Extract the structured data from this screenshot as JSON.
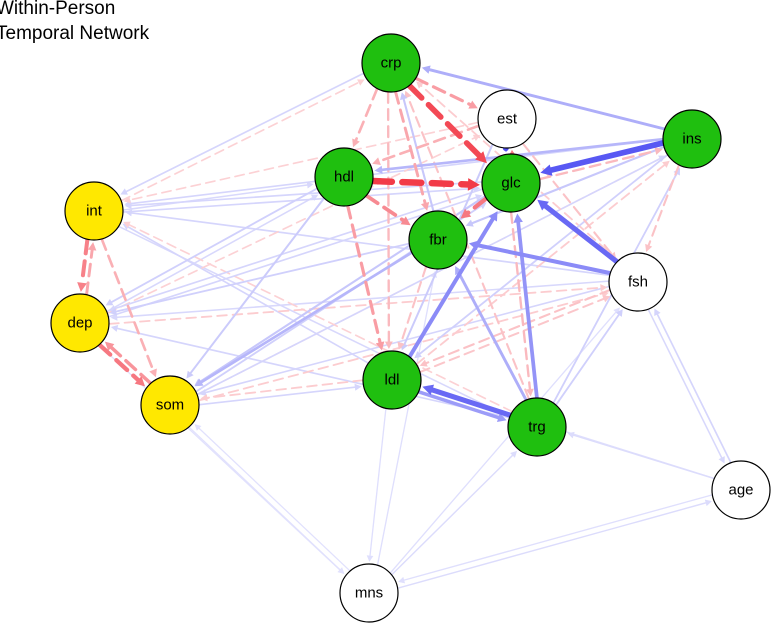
{
  "title": {
    "line1": "Within-Person",
    "line2": "Temporal Network"
  },
  "colors": {
    "positive": "#4b4bf2",
    "negative": "#f23b48",
    "green_node": "#1fbf0f",
    "yellow_node": "#ffe800",
    "white_node": "#ffffff"
  },
  "nodes": [
    {
      "id": "crp",
      "label": "crp",
      "color": "green"
    },
    {
      "id": "est",
      "label": "est",
      "color": "white"
    },
    {
      "id": "ins",
      "label": "ins",
      "color": "green"
    },
    {
      "id": "hdl",
      "label": "hdl",
      "color": "green"
    },
    {
      "id": "glc",
      "label": "glc",
      "color": "green"
    },
    {
      "id": "int",
      "label": "int",
      "color": "yellow"
    },
    {
      "id": "fbr",
      "label": "fbr",
      "color": "green"
    },
    {
      "id": "fsh",
      "label": "fsh",
      "color": "white"
    },
    {
      "id": "dep",
      "label": "dep",
      "color": "yellow"
    },
    {
      "id": "ldl",
      "label": "ldl",
      "color": "green"
    },
    {
      "id": "som",
      "label": "som",
      "color": "yellow"
    },
    {
      "id": "trg",
      "label": "trg",
      "color": "green"
    },
    {
      "id": "age",
      "label": "age",
      "color": "white"
    },
    {
      "id": "mns",
      "label": "mns",
      "color": "white"
    }
  ],
  "edges": [
    {
      "from": "hdl",
      "to": "glc",
      "sign": "neg",
      "weight": 1.0
    },
    {
      "from": "crp",
      "to": "glc",
      "sign": "neg",
      "weight": 0.85
    },
    {
      "from": "glc",
      "to": "est",
      "sign": "neg",
      "weight": 0.6
    },
    {
      "from": "ins",
      "to": "glc",
      "sign": "pos",
      "weight": 0.85
    },
    {
      "from": "est",
      "to": "glc",
      "sign": "pos",
      "weight": 0.9
    },
    {
      "from": "fsh",
      "to": "glc",
      "sign": "pos",
      "weight": 0.75
    },
    {
      "from": "fsh",
      "to": "fbr",
      "sign": "pos",
      "weight": 0.55
    },
    {
      "from": "trg",
      "to": "ldl",
      "sign": "pos",
      "weight": 0.75
    },
    {
      "from": "ldl",
      "to": "trg",
      "sign": "pos",
      "weight": 0.45
    },
    {
      "from": "ldl",
      "to": "glc",
      "sign": "pos",
      "weight": 0.55
    },
    {
      "from": "trg",
      "to": "glc",
      "sign": "pos",
      "weight": 0.5
    },
    {
      "from": "trg",
      "to": "fbr",
      "sign": "pos",
      "weight": 0.35
    },
    {
      "from": "ins",
      "to": "crp",
      "sign": "pos",
      "weight": 0.35
    },
    {
      "from": "ins",
      "to": "hdl",
      "sign": "pos",
      "weight": 0.3
    },
    {
      "from": "hdl",
      "to": "fbr",
      "sign": "neg",
      "weight": 0.5
    },
    {
      "from": "glc",
      "to": "fbr",
      "sign": "neg",
      "weight": 0.6
    },
    {
      "from": "crp",
      "to": "est",
      "sign": "neg",
      "weight": 0.4
    },
    {
      "from": "hdl",
      "to": "ldl",
      "sign": "neg",
      "weight": 0.4
    },
    {
      "from": "crp",
      "to": "fbr",
      "sign": "neg",
      "weight": 0.35
    },
    {
      "from": "crp",
      "to": "hdl",
      "sign": "neg",
      "weight": 0.3
    },
    {
      "from": "int",
      "to": "dep",
      "sign": "neg",
      "weight": 0.55
    },
    {
      "from": "dep",
      "to": "som",
      "sign": "neg",
      "weight": 0.6
    },
    {
      "from": "som",
      "to": "dep",
      "sign": "neg",
      "weight": 0.45
    },
    {
      "from": "dep",
      "to": "int",
      "sign": "neg",
      "weight": 0.35
    },
    {
      "from": "int",
      "to": "som",
      "sign": "neg",
      "weight": 0.3
    },
    {
      "from": "fbr",
      "to": "som",
      "sign": "pos",
      "weight": 0.3
    },
    {
      "from": "glc",
      "to": "som",
      "sign": "pos",
      "weight": 0.2
    },
    {
      "from": "est",
      "to": "hdl",
      "sign": "neg",
      "weight": 0.3
    },
    {
      "from": "fsh",
      "to": "ldl",
      "sign": "neg",
      "weight": 0.2
    },
    {
      "from": "glc",
      "to": "trg",
      "sign": "neg",
      "weight": 0.25
    },
    {
      "from": "ins",
      "to": "int",
      "sign": "pos",
      "weight": 0.12
    },
    {
      "from": "fsh",
      "to": "int",
      "sign": "pos",
      "weight": 0.12
    },
    {
      "from": "ldl",
      "to": "int",
      "sign": "pos",
      "weight": 0.12
    },
    {
      "from": "trg",
      "to": "dep",
      "sign": "pos",
      "weight": 0.12
    },
    {
      "from": "glc",
      "to": "int",
      "sign": "pos",
      "weight": 0.12
    },
    {
      "from": "fsh",
      "to": "dep",
      "sign": "pos",
      "weight": 0.1
    },
    {
      "from": "som",
      "to": "ins",
      "sign": "pos",
      "weight": 0.12
    },
    {
      "from": "dep",
      "to": "hdl",
      "sign": "pos",
      "weight": 0.1
    },
    {
      "from": "int",
      "to": "hdl",
      "sign": "pos",
      "weight": 0.1
    },
    {
      "from": "trg",
      "to": "ins",
      "sign": "pos",
      "weight": 0.15
    },
    {
      "from": "trg",
      "to": "fsh",
      "sign": "pos",
      "weight": 0.15
    },
    {
      "from": "age",
      "to": "fsh",
      "sign": "pos",
      "weight": 0.12
    },
    {
      "from": "fsh",
      "to": "age",
      "sign": "pos",
      "weight": 0.1
    },
    {
      "from": "mns",
      "to": "trg",
      "sign": "pos",
      "weight": 0.08
    },
    {
      "from": "mns",
      "to": "age",
      "sign": "pos",
      "weight": 0.08
    },
    {
      "from": "age",
      "to": "mns",
      "sign": "pos",
      "weight": 0.06
    },
    {
      "from": "mns",
      "to": "fsh",
      "sign": "pos",
      "weight": 0.06
    },
    {
      "from": "som",
      "to": "mns",
      "sign": "pos",
      "weight": 0.05
    },
    {
      "from": "mns",
      "to": "som",
      "sign": "pos",
      "weight": 0.05
    },
    {
      "from": "ldl",
      "to": "mns",
      "sign": "pos",
      "weight": 0.06
    },
    {
      "from": "mns",
      "to": "fbr",
      "sign": "pos",
      "weight": 0.06
    },
    {
      "from": "age",
      "to": "trg",
      "sign": "pos",
      "weight": 0.08
    },
    {
      "from": "age",
      "to": "ldl",
      "sign": "pos",
      "weight": 0.06
    },
    {
      "from": "dep",
      "to": "mns",
      "sign": "pos",
      "weight": 0.05
    },
    {
      "from": "ins",
      "to": "fsh",
      "sign": "neg",
      "weight": 0.2
    },
    {
      "from": "est",
      "to": "fsh",
      "sign": "neg",
      "weight": 0.2
    },
    {
      "from": "crp",
      "to": "ldl",
      "sign": "neg",
      "weight": 0.25
    },
    {
      "from": "fbr",
      "to": "ldl",
      "sign": "neg",
      "weight": 0.2
    },
    {
      "from": "trg",
      "to": "crp",
      "sign": "neg",
      "weight": 0.2
    },
    {
      "from": "est",
      "to": "int",
      "sign": "neg",
      "weight": 0.12
    },
    {
      "from": "glc",
      "to": "ins",
      "sign": "neg",
      "weight": 0.25
    },
    {
      "from": "ldl",
      "to": "fsh",
      "sign": "neg",
      "weight": 0.18
    },
    {
      "from": "dep",
      "to": "fsh",
      "sign": "neg",
      "weight": 0.15
    },
    {
      "from": "som",
      "to": "fsh",
      "sign": "neg",
      "weight": 0.15
    },
    {
      "from": "int",
      "to": "crp",
      "sign": "neg",
      "weight": 0.12
    },
    {
      "from": "fsh",
      "to": "crp",
      "sign": "neg",
      "weight": 0.15
    },
    {
      "from": "dep",
      "to": "est",
      "sign": "neg",
      "weight": 0.12
    },
    {
      "from": "som",
      "to": "ins",
      "sign": "neg",
      "weight": 0.1
    },
    {
      "from": "trg",
      "to": "int",
      "sign": "neg",
      "weight": 0.12
    },
    {
      "from": "ldl",
      "to": "ins",
      "sign": "neg",
      "weight": 0.15
    },
    {
      "from": "ldl",
      "to": "som",
      "sign": "neg",
      "weight": 0.15
    },
    {
      "from": "hdl",
      "to": "som",
      "sign": "pos",
      "weight": 0.18
    },
    {
      "from": "hdl",
      "to": "dep",
      "sign": "pos",
      "weight": 0.15
    },
    {
      "from": "crp",
      "to": "int",
      "sign": "pos",
      "weight": 0.12
    },
    {
      "from": "fbr",
      "to": "dep",
      "sign": "pos",
      "weight": 0.15
    },
    {
      "from": "glc",
      "to": "dep",
      "sign": "pos",
      "weight": 0.12
    },
    {
      "from": "fsh",
      "to": "som",
      "sign": "pos",
      "weight": 0.12
    },
    {
      "from": "ins",
      "to": "fbr",
      "sign": "pos",
      "weight": 0.2
    },
    {
      "from": "ins",
      "to": "ldl",
      "sign": "pos",
      "weight": 0.15
    },
    {
      "from": "est",
      "to": "ldl",
      "sign": "pos",
      "weight": 0.18
    },
    {
      "from": "fbr",
      "to": "crp",
      "sign": "pos",
      "weight": 0.2
    },
    {
      "from": "int",
      "to": "glc",
      "sign": "pos",
      "weight": 0.12
    },
    {
      "from": "dep",
      "to": "glc",
      "sign": "pos",
      "weight": 0.12
    },
    {
      "from": "som",
      "to": "glc",
      "sign": "pos",
      "weight": 0.15
    },
    {
      "from": "int",
      "to": "trg",
      "sign": "pos",
      "weight": 0.1
    },
    {
      "from": "som",
      "to": "ldl",
      "sign": "pos",
      "weight": 0.12
    }
  ]
}
